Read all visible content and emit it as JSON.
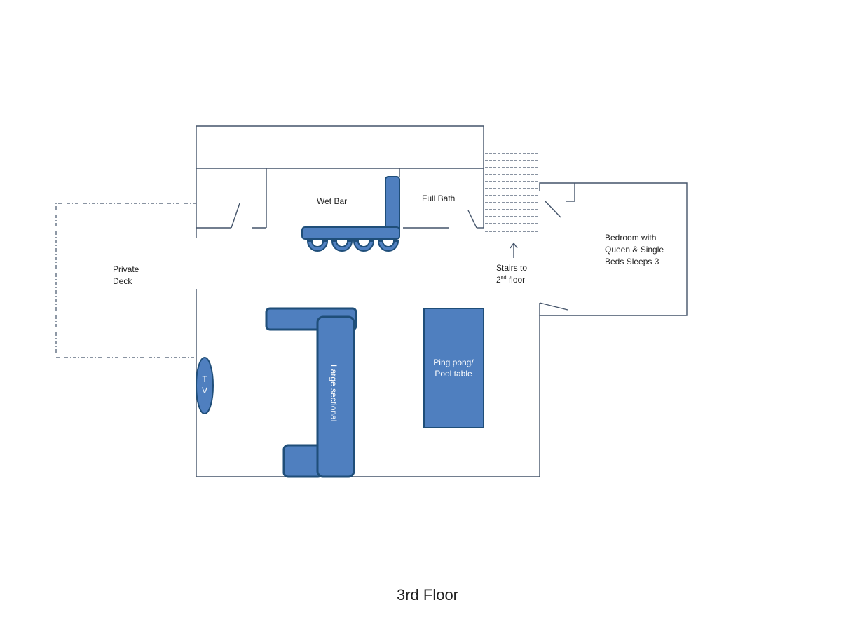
{
  "title": "3rd Floor",
  "rooms": {
    "wet_bar": "Wet Bar",
    "full_bath": "Full Bath",
    "private_deck_line1": "Private",
    "private_deck_line2": "Deck",
    "stairs_line1": "Stairs to",
    "stairs_line2_num": "2",
    "stairs_line2_sup": "nd",
    "stairs_line2_rest": " floor",
    "bedroom_line1": "Bedroom with",
    "bedroom_line2": "Queen & Single",
    "bedroom_line3": "Beds Sleeps 3"
  },
  "furniture": {
    "tv_line1": "T",
    "tv_line2": "V",
    "sectional": "Large sectional",
    "table_line1": "Ping pong/",
    "table_line2": "Pool table"
  },
  "colors": {
    "wall": "#44546a",
    "furniture_fill": "#4f7fbf",
    "furniture_stroke": "#1f4e79"
  }
}
